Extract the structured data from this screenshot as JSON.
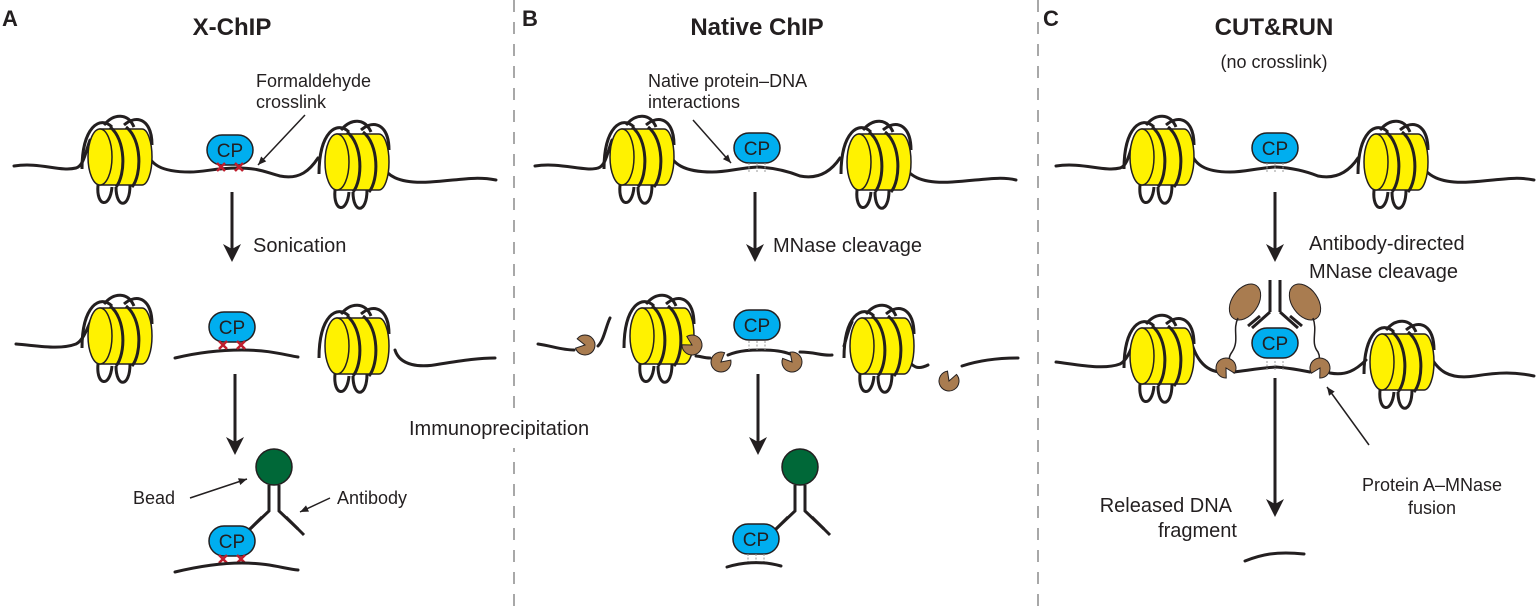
{
  "colors": {
    "nucleosome": "#fff200",
    "chromatin_protein": "#00aeef",
    "bead": "#006838",
    "mnase": "#a97c50",
    "crosslink": "#be1e2d",
    "ink": "#231f20",
    "divider": "#8c8c8c"
  },
  "icons": {
    "nucleosome": "nucleosome-cylinder",
    "chromatin_protein": "cp-oval",
    "crosslink": "red-x",
    "antibody": "y-shape",
    "bead": "green-circle",
    "mnase": "brown-pacman"
  },
  "panels": [
    {
      "letter": "A",
      "title": "X-ChIP",
      "callout_top": [
        "Formaldehyde",
        "crosslink"
      ],
      "step1": "Sonication",
      "step2_shared": "Immunoprecipitation",
      "callout_bead": "Bead",
      "callout_antibody": "Antibody",
      "cp_label": "CP"
    },
    {
      "letter": "B",
      "title": "Native ChIP",
      "callout_top": [
        "Native protein–DNA",
        "interactions"
      ],
      "step1": "MNase cleavage",
      "cp_label": "CP"
    },
    {
      "letter": "C",
      "title": "CUT&RUN",
      "subtitle": "(no crosslink)",
      "step1": [
        "Antibody-directed",
        "MNase cleavage"
      ],
      "callout_fusion": [
        "Protein A–MNase",
        "fusion"
      ],
      "callout_fragment": [
        "Released DNA",
        "fragment"
      ],
      "cp_label": "CP"
    }
  ]
}
